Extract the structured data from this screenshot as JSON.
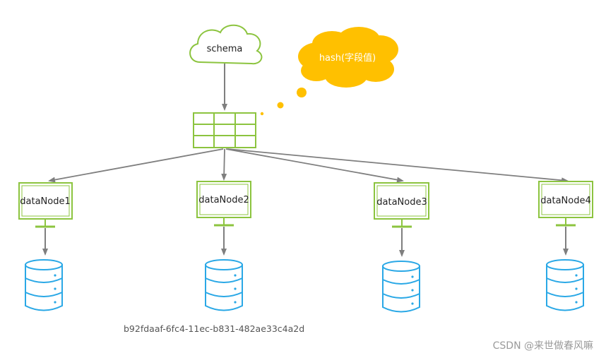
{
  "diagram": {
    "schema_label": "schema",
    "hash_label": "hash(字段值)",
    "nodes": [
      {
        "label": "dataNode1"
      },
      {
        "label": "dataNode2"
      },
      {
        "label": "dataNode3"
      },
      {
        "label": "dataNode4"
      }
    ],
    "caption": "b92fdaaf-6fc4-11ec-b831-482ae33c4a2d",
    "watermark": "CSDN @来世做春风嘛"
  },
  "colors": {
    "green": "#8cc43f",
    "blue": "#2aa8e6",
    "yellow": "#ffc000",
    "arrow": "#7f7f7f"
  },
  "icons": {
    "schema": "cloud-icon",
    "hash": "thought-cloud-icon",
    "table": "table-grid-icon",
    "node": "monitor-icon",
    "storage": "database-icon"
  }
}
